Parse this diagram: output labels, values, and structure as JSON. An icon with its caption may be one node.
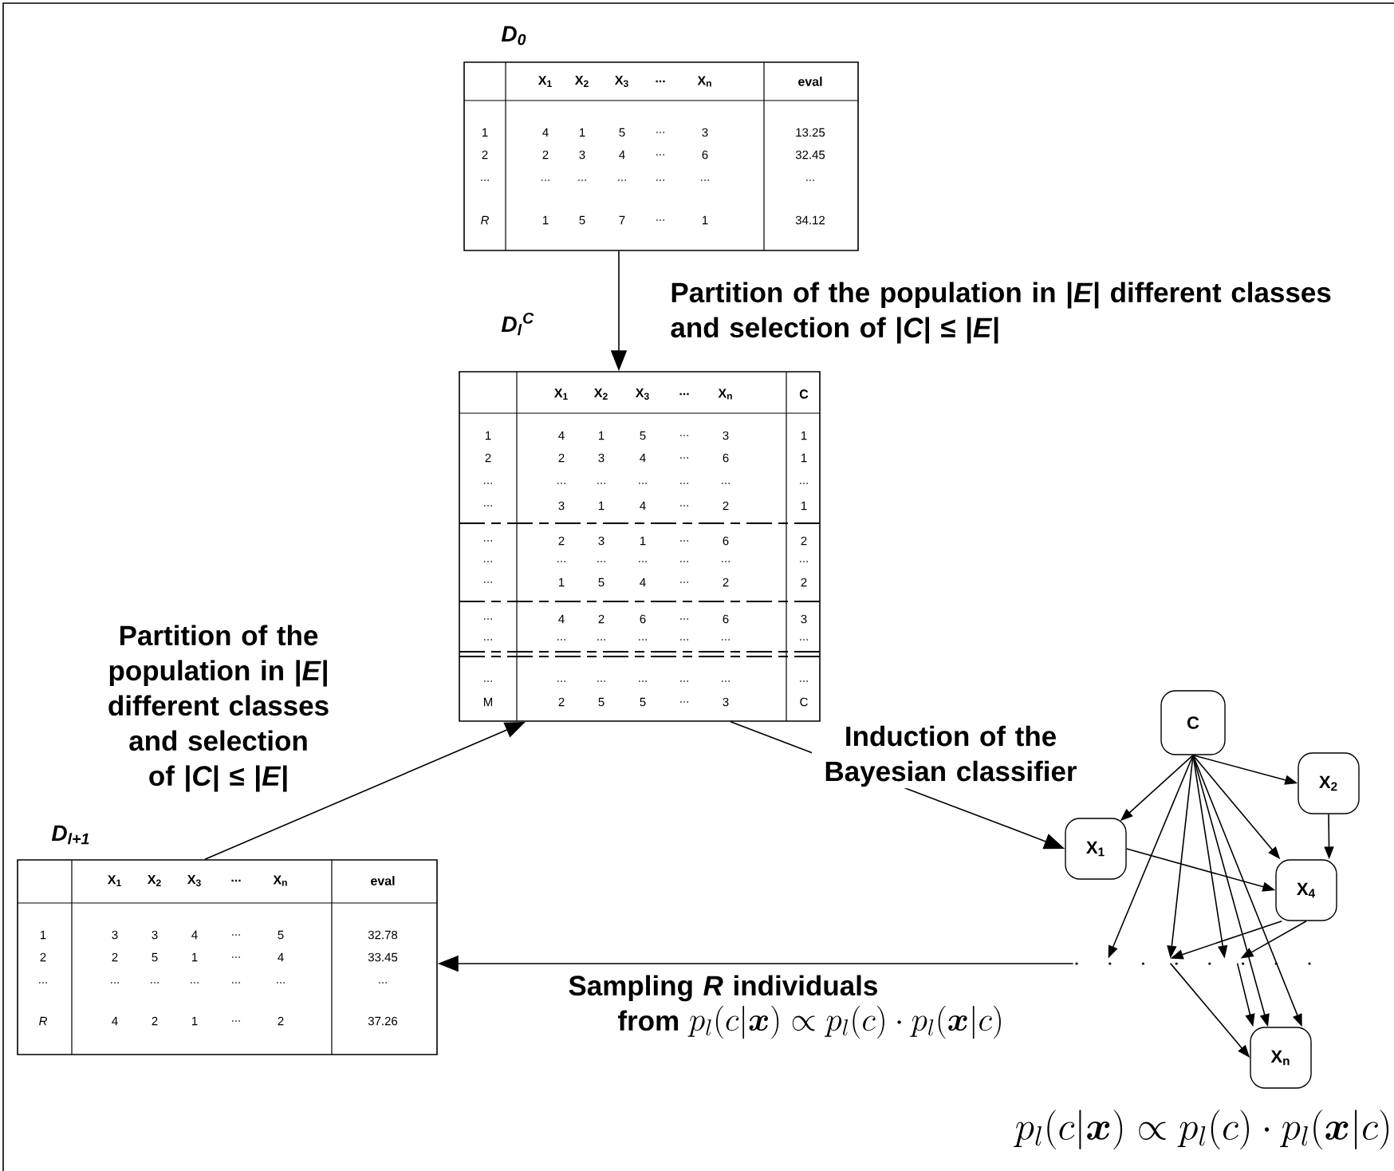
{
  "diagram": {
    "nodes": [
      {
        "text": [
          "D$_{0}$",
          "X$_{1}$",
          "X$_{2}$",
          "X$_{3}$",
          "...",
          "X$_{n}$",
          "eval",
          "1",
          "4",
          "1",
          "5",
          "...",
          "3",
          "13.25",
          "2",
          "2",
          "3",
          "4",
          "...",
          "6",
          "32.45",
          "...",
          "...",
          "...",
          "...",
          "...",
          "...",
          "...",
          "R",
          "1",
          "5",
          "7",
          "...",
          "1",
          "34.12"
        ]
      },
      {
        "text": [
          "D$_{l}$$^{C}$",
          "X$_{1}$",
          "X$_{2}$",
          "X$_{3}$",
          "...",
          "X$_{n}$",
          "C",
          "1",
          "4",
          "1",
          "5",
          "...",
          "3",
          "1",
          "2",
          "2",
          "3",
          "4",
          "...",
          "6",
          "1",
          "...",
          "...",
          "...",
          "...",
          "...",
          "...",
          "...",
          "...",
          "3",
          "1",
          "4",
          "...",
          "2",
          "1",
          "...",
          "2",
          "3",
          "1",
          "...",
          "6",
          "2",
          "...",
          "...",
          "...",
          "...",
          "...",
          "...",
          "...",
          "...",
          "1",
          "5",
          "4",
          "...",
          "2",
          "2",
          "...",
          "4",
          "2",
          "6",
          "...",
          "6",
          "3",
          "...",
          "...",
          "...",
          "...",
          "...",
          "...",
          "...",
          "...",
          "...",
          "...",
          "...",
          "...",
          "...",
          "...",
          "M",
          "2",
          "5",
          "5",
          "...",
          "3",
          "C"
        ]
      },
      {
        "text": [
          "D$_{l+1}$",
          "X$_{1}$",
          "X$_{2}$",
          "X$_{3}$",
          "...",
          "X$_{n}$",
          "eval",
          "1",
          "3",
          "3",
          "4",
          "...",
          "5",
          "32.78",
          "2",
          "2",
          "5",
          "1",
          "...",
          "4",
          "33.45",
          "...",
          "...",
          "...",
          "...",
          "...",
          "...",
          "...",
          "R",
          "4",
          "2",
          "1",
          "...",
          "2",
          "37.26"
        ]
      },
      {
        "text": [
          "C"
        ]
      },
      {
        "text": [
          "X$_{2}$"
        ]
      },
      {
        "text": [
          "X$_{1}$"
        ]
      },
      {
        "text": [
          "X$_{4}$"
        ]
      },
      {
        "text": [
          "X$_{n}$"
        ]
      },
      {
        "text": [],
        "shape": "dots"
      }
    ],
    "edges": [
      {
        "from": 0,
        "to": 1,
        "arrow": "to",
        "label": "Partition of the population in |*E*| different classes and selection of |*C*| ≤ |*E*|"
      },
      {
        "from": 1,
        "to": 5,
        "arrow": "to",
        "label": "Induction of the Bayesian classifier"
      },
      {
        "from": 8,
        "to": 2,
        "arrow": "to",
        "label": "Sampling *R* individuals from"
      },
      {
        "from": 2,
        "to": 1,
        "arrow": "to",
        "label": "Partition of the population in |*E*| different classes and selection of |*C*| ≤ |*E*|"
      },
      {
        "from": 3,
        "to": 5,
        "arrow": "to"
      },
      {
        "from": 3,
        "to": 4,
        "arrow": "to"
      },
      {
        "from": 3,
        "to": 6,
        "arrow": "to"
      },
      {
        "from": 3,
        "to": 8,
        "arrow": "to"
      },
      {
        "from": 3,
        "to": 8,
        "arrow": "to"
      },
      {
        "from": 3,
        "to": 8,
        "arrow": "to"
      },
      {
        "from": 3,
        "to": 7,
        "arrow": "to"
      },
      {
        "from": 3,
        "to": 7,
        "arrow": "to"
      },
      {
        "from": 5,
        "to": 6,
        "arrow": "to"
      },
      {
        "from": 4,
        "to": 6,
        "arrow": "to"
      },
      {
        "from": 6,
        "to": 8,
        "arrow": "to"
      },
      {
        "from": 6,
        "to": 8,
        "arrow": "to"
      },
      {
        "from": 8,
        "to": 7,
        "arrow": "to"
      },
      {
        "from": 8,
        "to": 7,
        "arrow": "to"
      }
    ],
    "labels": [
      "p_l(c|\\boldsymbol{x}) \\propto p_l(c) \\cdot p_l(\\boldsymbol{x}|c)",
      "p_l(c|\\boldsymbol{x}) \\propto p_l(c) \\cdot p_l(\\boldsymbol{x}|c)"
    ]
  }
}
